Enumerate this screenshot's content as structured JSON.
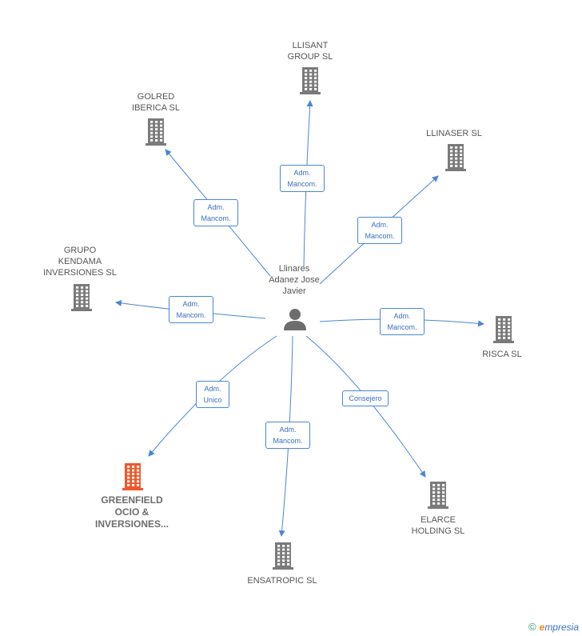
{
  "center": {
    "name": "Llinares\nAdanez Jose\nJavier"
  },
  "nodes": [
    {
      "id": "llisant",
      "label": "LLISANT\nGROUP SL"
    },
    {
      "id": "golred",
      "label": "GOLRED\nIBERICA  SL"
    },
    {
      "id": "llinaser",
      "label": "LLINASER  SL"
    },
    {
      "id": "kendama",
      "label": "GRUPO\nKENDAMA\nINVERSIONES SL"
    },
    {
      "id": "risca",
      "label": "RISCA SL"
    },
    {
      "id": "greenfield",
      "label": "GREENFIELD\nOCIO &\nINVERSIONES..."
    },
    {
      "id": "ensatropic",
      "label": "ENSATROPIC SL"
    },
    {
      "id": "elarce",
      "label": "ELARCE\nHOLDING SL"
    }
  ],
  "edges": [
    {
      "to": "llisant",
      "label": "Adm.\nMancom."
    },
    {
      "to": "golred",
      "label": "Adm.\nMancom."
    },
    {
      "to": "llinaser",
      "label": "Adm.\nMancom."
    },
    {
      "to": "kendama",
      "label": "Adm.\nMancom."
    },
    {
      "to": "risca",
      "label": "Adm.\nMancom."
    },
    {
      "to": "greenfield",
      "label": "Adm.\nUnico"
    },
    {
      "to": "ensatropic",
      "label": "Adm.\nMancom."
    },
    {
      "to": "elarce",
      "label": "Consejero"
    }
  ],
  "colors": {
    "edge": "#4a86d4",
    "building": "#7a7a7a",
    "highlight": "#f0572a",
    "person": "#6d6d6d"
  },
  "footer": {
    "copyright": "©",
    "brand_initial": "e",
    "brand_rest": "mpresia"
  }
}
